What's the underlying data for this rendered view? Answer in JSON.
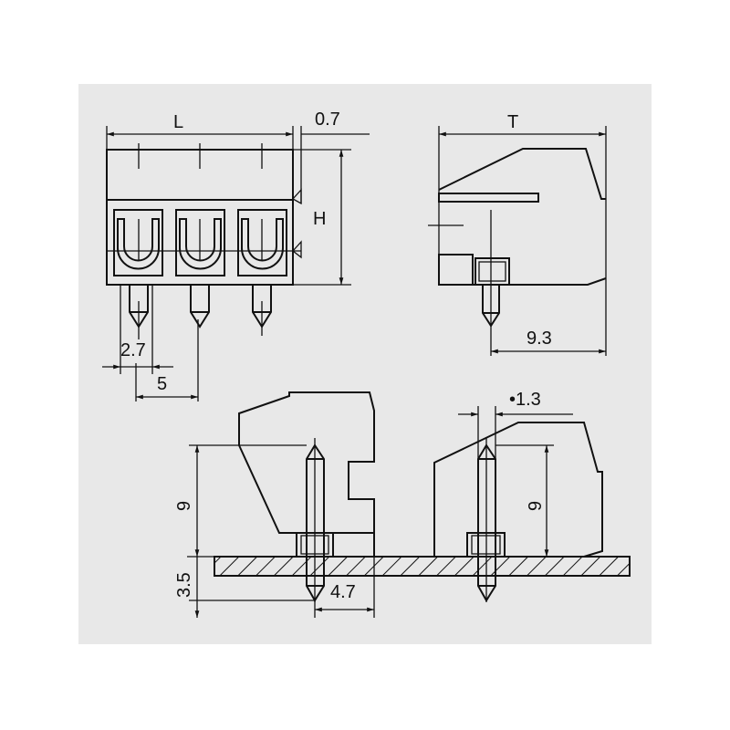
{
  "drawing": {
    "front_view": {
      "length_label": "L",
      "offset_label": "0.7",
      "height_label": "H",
      "pitch_offset_label": "2.7",
      "pitch_label": "5"
    },
    "side_view": {
      "thickness_label": "T",
      "depth_label": "9.3"
    },
    "mounted_left": {
      "height_label": "9",
      "pin_length_label": "3.5",
      "offset_label": "4.7"
    },
    "mounted_right": {
      "pin_width_label": "•1.3",
      "height_label": "9"
    }
  },
  "colors": {
    "panel": "#e8e8e8",
    "ink": "#111111"
  }
}
